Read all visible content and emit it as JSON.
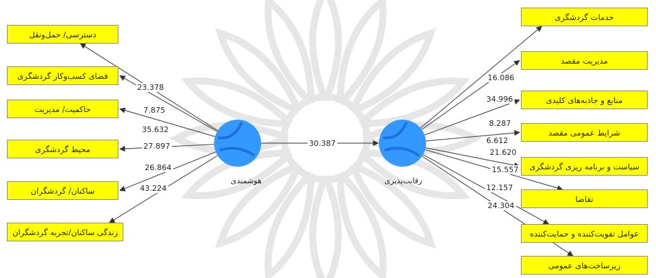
{
  "colors": {
    "indicator_fill": "#ffff00",
    "construct_fill": "#3399ff",
    "edge": "#555555",
    "watermark": "#e6e6e6"
  },
  "constructs": {
    "smartness": "هوشمندی",
    "competitiveness": "رقابت‌پذیری"
  },
  "path": {
    "smartness_to_competitiveness": "30.387"
  },
  "left_indicators": [
    {
      "label": "دسترسی/ حمل‌ونقل",
      "coef": "23.378"
    },
    {
      "label": "فضای کسب‌وکار گردشگری",
      "coef": "7.875"
    },
    {
      "label": "حاکمیت/ مدیریت",
      "coef": "35.632"
    },
    {
      "label": "محیط گردشگری",
      "coef": "27.897"
    },
    {
      "label": "ساکنان/ گردشگران",
      "coef": "26.864"
    },
    {
      "label": "زندگی ساکنان/تجربه گردشگران",
      "coef": "43.224"
    }
  ],
  "right_indicators": [
    {
      "label": "خدمات گردشگری",
      "coef": "16.086"
    },
    {
      "label": "مدیریت مقصد",
      "coef": "34.996"
    },
    {
      "label": "منابع و جاذبه‌های کلیدی",
      "coef": "8.287"
    },
    {
      "label": "شرایط عمومی مقصد",
      "coef": "6.612"
    },
    {
      "label": "سیاست و برنامه ریزی گردشگری",
      "coef": "21.620"
    },
    {
      "label": "تقاضا",
      "coef": "15.557"
    },
    {
      "label": "عوامل تقویت‌کننده و حمایت‌کننده",
      "coef": "12.157"
    },
    {
      "label": "زیرساخت‌های عمومی",
      "coef": "24.304"
    }
  ]
}
